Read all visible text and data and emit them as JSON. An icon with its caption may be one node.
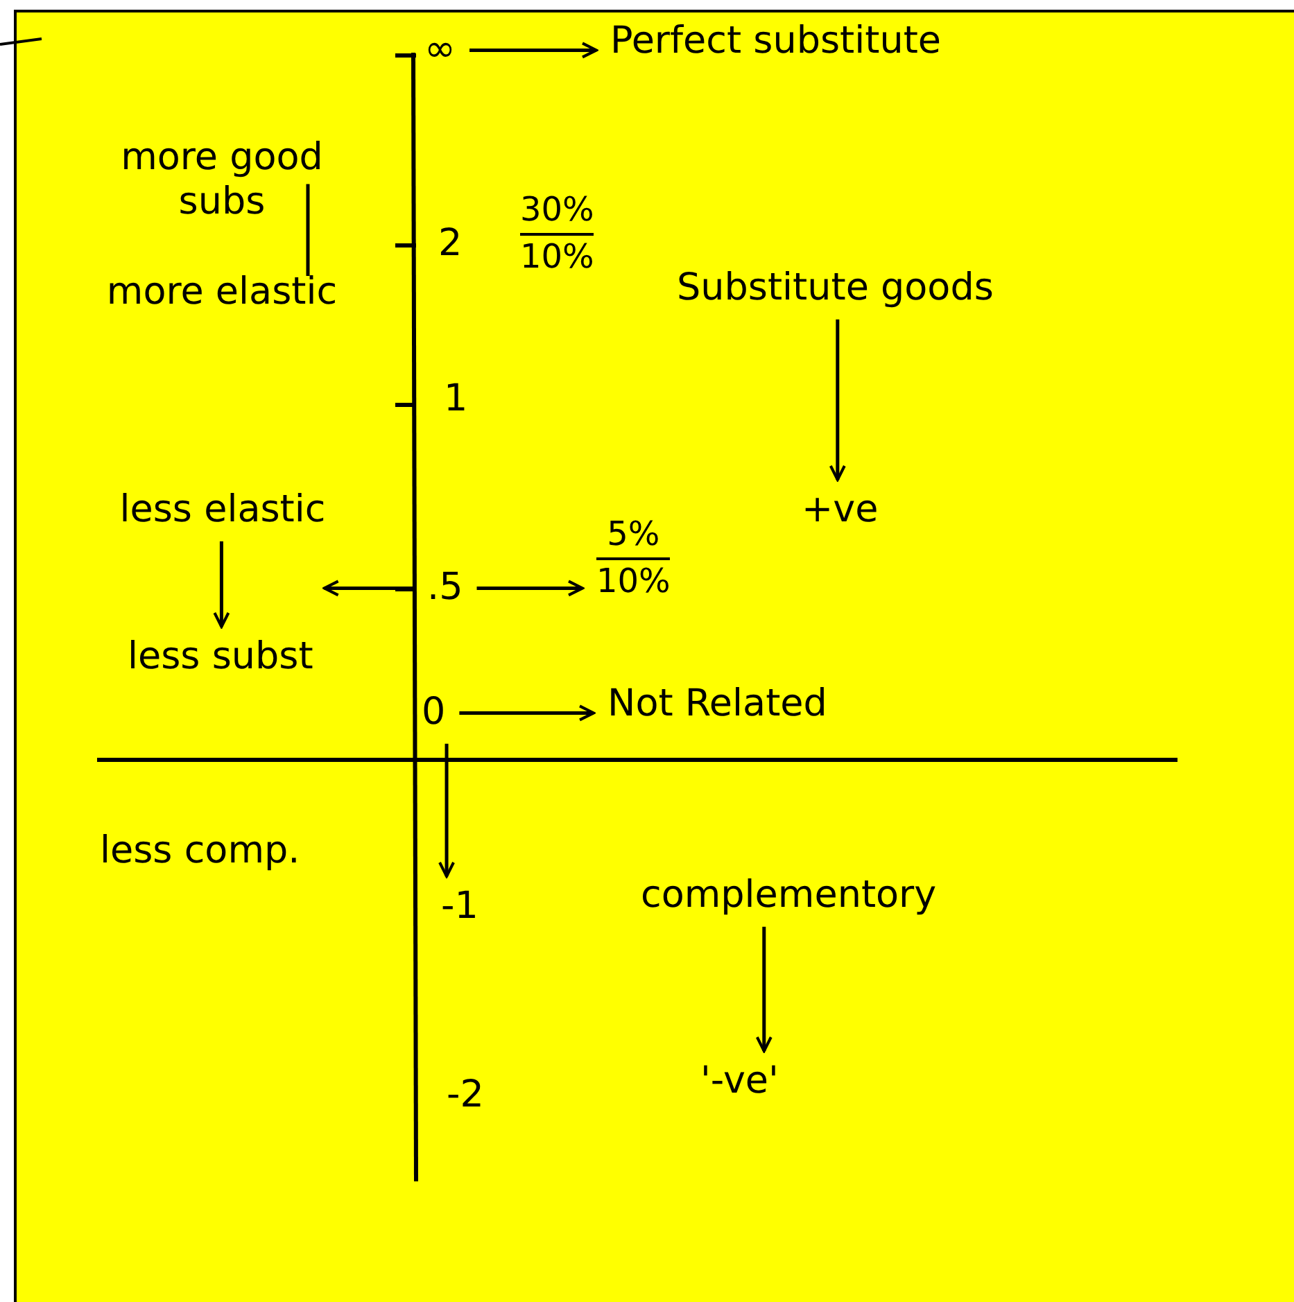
{
  "diagram": {
    "nodes": [
      {
        "text": [
          "∞"
        ]
      },
      {
        "text": [
          "Perfect substitute"
        ]
      },
      {
        "text": [
          "more good subs"
        ]
      },
      {
        "text": [
          "more elastic"
        ]
      },
      {
        "text": [
          "30%",
          "10%"
        ]
      },
      {
        "text": [
          "Substitute goods"
        ]
      },
      {
        "text": [
          "+ve"
        ]
      },
      {
        "text": [
          "less elastic"
        ]
      },
      {
        "text": [
          ".5"
        ]
      },
      {
        "text": [
          "5%",
          "10%"
        ]
      },
      {
        "text": [
          "less subst"
        ]
      },
      {
        "text": [
          "0"
        ]
      },
      {
        "text": [
          "Not Related"
        ]
      },
      {
        "text": [
          "less comp."
        ]
      },
      {
        "text": [
          "-1"
        ]
      },
      {
        "text": [
          "complementory"
        ]
      },
      {
        "text": [
          "'-ve'"
        ]
      }
    ],
    "edges": [
      {
        "from": 0,
        "to": 1,
        "arrow": "to"
      },
      {
        "from": 2,
        "to": 3,
        "arrow": "none"
      },
      {
        "from": 5,
        "to": 6,
        "arrow": "to"
      },
      {
        "from": 7,
        "to": 10,
        "arrow": "to"
      },
      {
        "from": 8,
        "to": 10,
        "arrow": "to"
      },
      {
        "from": 8,
        "to": 9,
        "arrow": "to"
      },
      {
        "from": 11,
        "to": 12,
        "arrow": "to"
      },
      {
        "from": 11,
        "to": 14,
        "arrow": "to"
      },
      {
        "from": 15,
        "to": 16,
        "arrow": "to"
      }
    ],
    "labels": [
      "2",
      "1",
      "-2"
    ]
  }
}
